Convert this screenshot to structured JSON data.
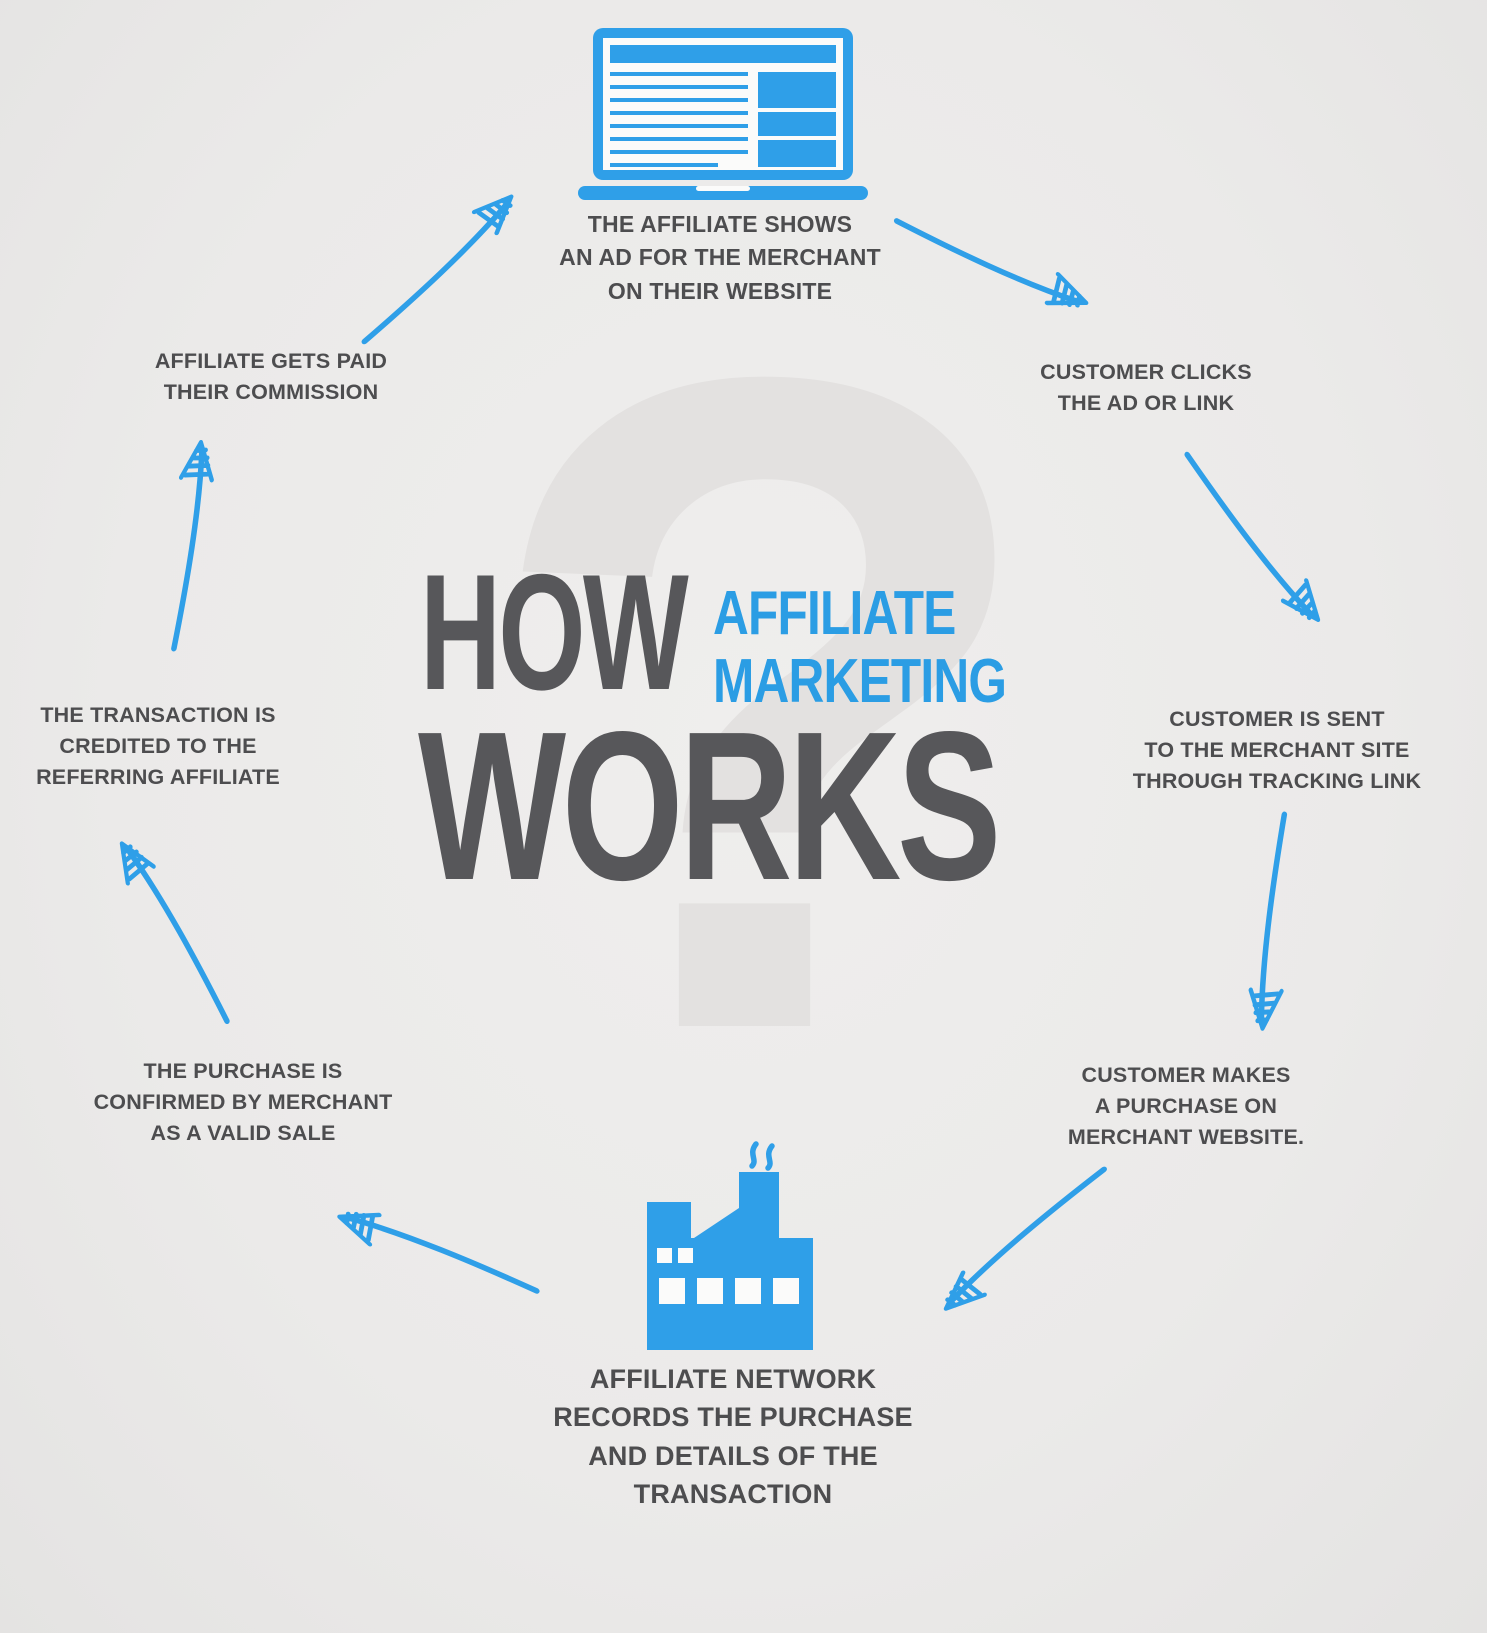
{
  "title": {
    "how": "HOW",
    "affiliate": "AFFILIATE",
    "marketing": "MARKETING",
    "works": "WORKS",
    "question_mark": "?"
  },
  "colors": {
    "blue": "#2f9fe8",
    "title_gray": "#57575a",
    "step_text": "#4d4d4f",
    "background": "#ebeae9",
    "watermark": "#e3e1e0"
  },
  "icons": {
    "laptop": "laptop-showing-ad-webpage",
    "factory": "affiliate-network-building"
  },
  "steps": [
    {
      "id": "affiliate-shows-ad",
      "label": "THE AFFILIATE SHOWS\nAN AD FOR THE MERCHANT\nON THEIR WEBSITE"
    },
    {
      "id": "customer-clicks",
      "label": "CUSTOMER CLICKS\nTHE AD OR LINK"
    },
    {
      "id": "customer-sent",
      "label": "CUSTOMER IS SENT\nTO THE MERCHANT SITE\nTHROUGH TRACKING LINK"
    },
    {
      "id": "customer-purchase",
      "label": "CUSTOMER MAKES\nA PURCHASE ON\nMERCHANT WEBSITE."
    },
    {
      "id": "network-records",
      "label": "AFFILIATE NETWORK\nRECORDS THE PURCHASE\nAND DETAILS OF THE\nTRANSACTION"
    },
    {
      "id": "purchase-confirmed",
      "label": "THE PURCHASE IS\nCONFIRMED BY MERCHANT\nAS A VALID SALE"
    },
    {
      "id": "transaction-credited",
      "label": "THE TRANSACTION IS\nCREDITED TO THE\nREFERRING AFFILIATE"
    },
    {
      "id": "affiliate-paid",
      "label": "AFFILIATE GETS PAID\nTHEIR COMMISSION"
    }
  ]
}
